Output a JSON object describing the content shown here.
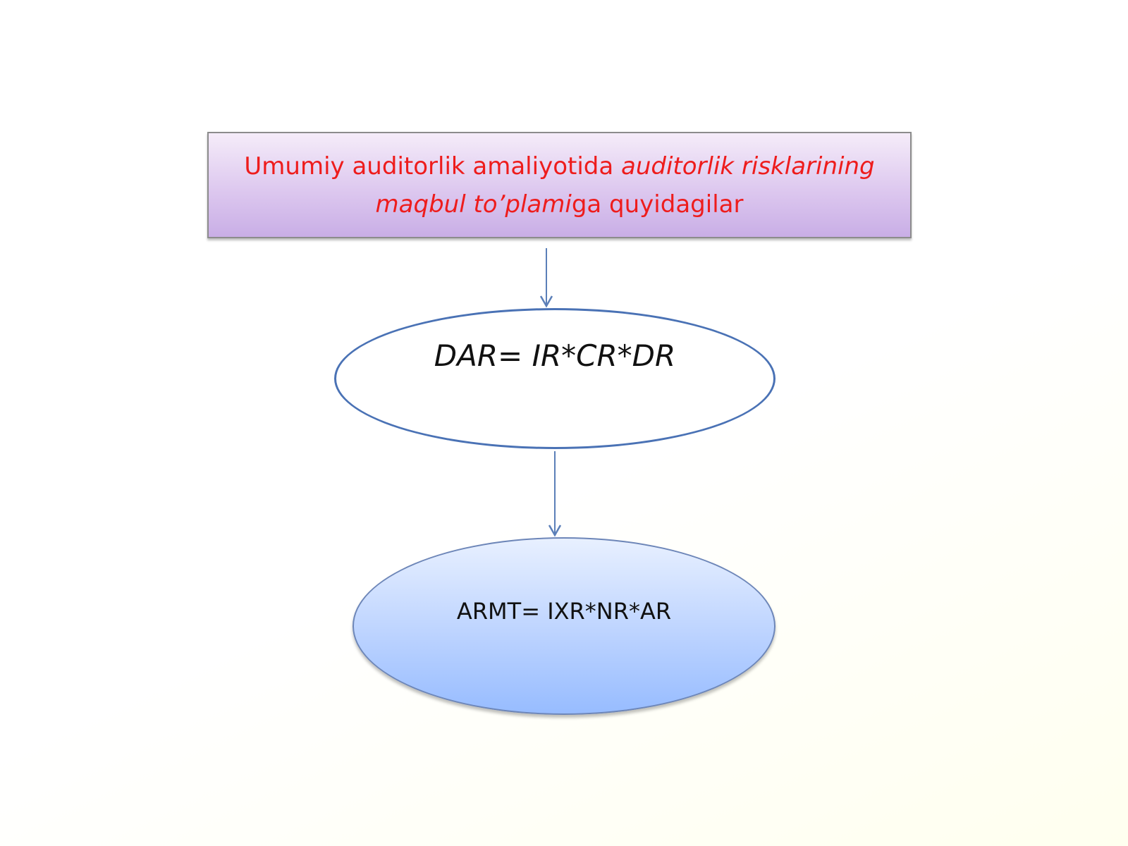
{
  "diagram": {
    "title": {
      "segments": [
        {
          "text": "Umumiy auditorlik amaliyotida ",
          "italic": false
        },
        {
          "text": "auditorlik risklarining maqbul to’plami",
          "italic": true
        },
        {
          "text": "ga quyidagilar",
          "italic": false
        }
      ],
      "text_color": "#ee1c1c"
    },
    "formula_dar": "DAR= IR*CR*DR",
    "formula_armt": "ARMT= IXR*NR*AR",
    "colors": {
      "connector": "#5b7fb8",
      "ellipse_border": "#4a72b5",
      "title_fill_top": "#f5ecf9",
      "title_fill_bottom": "#c9aee6",
      "armt_fill_top": "#e8f0ff",
      "armt_fill_bottom": "#97bcff"
    }
  }
}
